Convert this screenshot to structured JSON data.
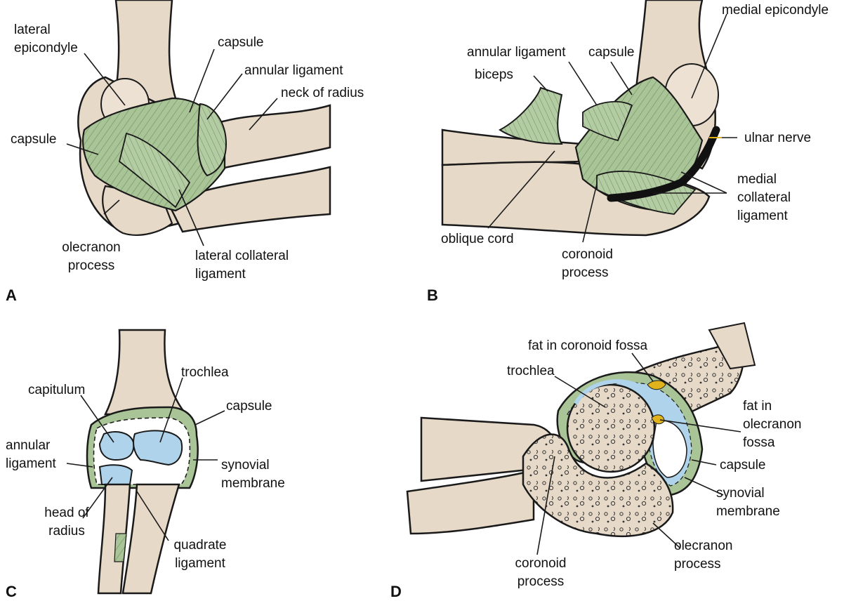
{
  "panels": {
    "A": {
      "letter": "A",
      "labels": {
        "lateral_epicondyle_1": "lateral",
        "lateral_epicondyle_2": "epicondyle",
        "capsule_top": "capsule",
        "annular_ligament": "annular ligament",
        "neck_of_radius": "neck of radius",
        "capsule_left": "capsule",
        "olecranon_1": "olecranon",
        "olecranon_2": "process",
        "lateral_collateral_1": "lateral collateral",
        "lateral_collateral_2": "ligament"
      }
    },
    "B": {
      "letter": "B",
      "labels": {
        "medial_epicondyle": "medial epicondyle",
        "annular_ligament": "annular ligament",
        "capsule": "capsule",
        "biceps": "biceps",
        "ulnar_nerve": "ulnar nerve",
        "medial_collateral_1": "medial",
        "medial_collateral_2": "collateral",
        "medial_collateral_3": "ligament",
        "oblique_cord": "oblique cord",
        "coronoid_1": "coronoid",
        "coronoid_2": "process"
      }
    },
    "C": {
      "letter": "C",
      "labels": {
        "trochlea": "trochlea",
        "capitulum": "capitulum",
        "capsule": "capsule",
        "annular_1": "annular",
        "annular_2": "ligament",
        "synovial_1": "synovial",
        "synovial_2": "membrane",
        "head_radius_1": "head of",
        "head_radius_2": "radius",
        "quadrate_1": "quadrate",
        "quadrate_2": "ligament"
      }
    },
    "D": {
      "letter": "D",
      "labels": {
        "fat_coronoid": "fat in coronoid fossa",
        "trochlea": "trochlea",
        "fat_olecranon_1": "fat in",
        "fat_olecranon_2": "olecranon",
        "fat_olecranon_3": "fossa",
        "capsule": "capsule",
        "synovial_1": "synovial",
        "synovial_2": "membrane",
        "olecranon_1": "olecranon",
        "olecranon_2": "process",
        "coronoid_1": "coronoid",
        "coronoid_2": "process"
      }
    }
  },
  "colors": {
    "bone": "#e6d9c8",
    "bone_shade": "#d4c3ad",
    "ligament": "#a9c496",
    "ligament_dark": "#7f9e6d",
    "cartilage": "#aed3ea",
    "fat": "#e0b21c",
    "nerve": "#111111",
    "outline": "#1a1a1a"
  },
  "icons": [
    "anatomical-illustration"
  ]
}
